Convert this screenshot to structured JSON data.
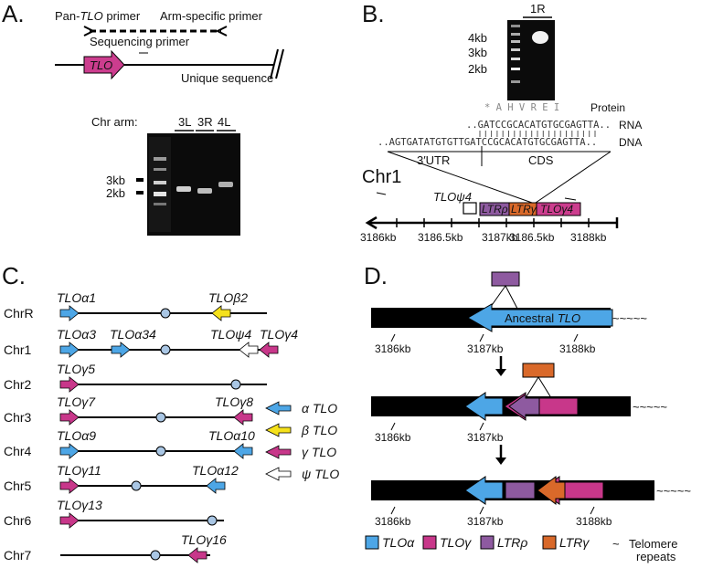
{
  "panels": {
    "a": "A.",
    "b": "B.",
    "c": "C.",
    "d": "D."
  },
  "panelA": {
    "pan_primer": "Pan-TLO primer",
    "pan_primer_prefix": "Pan-",
    "pan_primer_gene": "TLO",
    "pan_primer_suffix": " primer",
    "arm_primer": "Arm-specific primer",
    "seq_primer": "Sequencing primer",
    "tlo_label": "TLO",
    "unique_seq": "Unique sequence",
    "chr_arm_label": "Chr arm:",
    "lanes": [
      "3L",
      "3R",
      "4L"
    ],
    "size_3kb": "3kb",
    "size_2kb": "2kb"
  },
  "panelB": {
    "lane": "1R",
    "sizes": [
      "4kb",
      "3kb",
      "2kb"
    ],
    "protein_aa": "*  A  H  V  R  E  I",
    "protein_label": "Protein",
    "rna_seq": "..GATCCGCACATGTGCGAGTTA..",
    "rna_label": "RNA",
    "dna_seq": "..AGTGATATGTGTTGATCCGCACATGTGCGAGTTA..",
    "dna_label": "DNA",
    "utr_label": "3′UTR",
    "cds_label": "CDS",
    "chr_label": "Chr1",
    "psi_label": "TLOψ4",
    "ltr_rho": "LTRρ",
    "ltr_gamma": "LTRγ",
    "tlo_gamma4": "TLOγ4",
    "ticks": [
      "3186kb",
      "3186.5kb",
      "3187kb",
      "3186.5kb",
      "3188kb"
    ]
  },
  "panelC": {
    "chromosomes": [
      {
        "name": "ChrR",
        "genes": [
          "TLOα1",
          "TLOβ2"
        ]
      },
      {
        "name": "Chr1",
        "genes": [
          "TLOα3",
          "TLOα34",
          "TLOψ4",
          "TLOγ4"
        ]
      },
      {
        "name": "Chr2",
        "genes": [
          "TLOγ5"
        ]
      },
      {
        "name": "Chr3",
        "genes": [
          "TLOγ7",
          "TLOγ8"
        ]
      },
      {
        "name": "Chr4",
        "genes": [
          "TLOα9",
          "TLOα10"
        ]
      },
      {
        "name": "Chr5",
        "genes": [
          "TLOγ11",
          "TLOα12"
        ]
      },
      {
        "name": "Chr6",
        "genes": [
          "TLOγ13"
        ]
      },
      {
        "name": "Chr7",
        "genes": [
          "TLOγ16"
        ]
      }
    ],
    "legend": [
      {
        "label": "α TLO",
        "color": "#4da6e6"
      },
      {
        "label": "β TLO",
        "color": "#f5e11b"
      },
      {
        "label": "γ TLO",
        "color": "#c8378a"
      },
      {
        "label": "ψ TLO",
        "color": "#ffffff"
      }
    ]
  },
  "panelD": {
    "ancestral": "Ancestral TLO",
    "ancestral_prefix": "Ancestral ",
    "ancestral_gene": "TLO",
    "ticks": [
      "3186kb",
      "3187kb",
      "3188kb"
    ],
    "tilde": "~~~~~",
    "legend": [
      {
        "label": "TLOα",
        "color": "#4da6e6"
      },
      {
        "label": "TLOγ",
        "color": "#c8378a"
      },
      {
        "label": "LTRρ",
        "color": "#8e5aa0"
      },
      {
        "label": "LTRγ",
        "color": "#d9692a"
      }
    ],
    "telomere_tilde": "~",
    "telomere_label1": "Telomere",
    "telomere_label2": "repeats"
  },
  "colors": {
    "alpha": "#4da6e6",
    "beta": "#f5e11b",
    "gamma": "#c8378a",
    "ltr_rho": "#8e5aa0",
    "ltr_gamma": "#d9692a",
    "magenta": "#cc3d8e"
  }
}
